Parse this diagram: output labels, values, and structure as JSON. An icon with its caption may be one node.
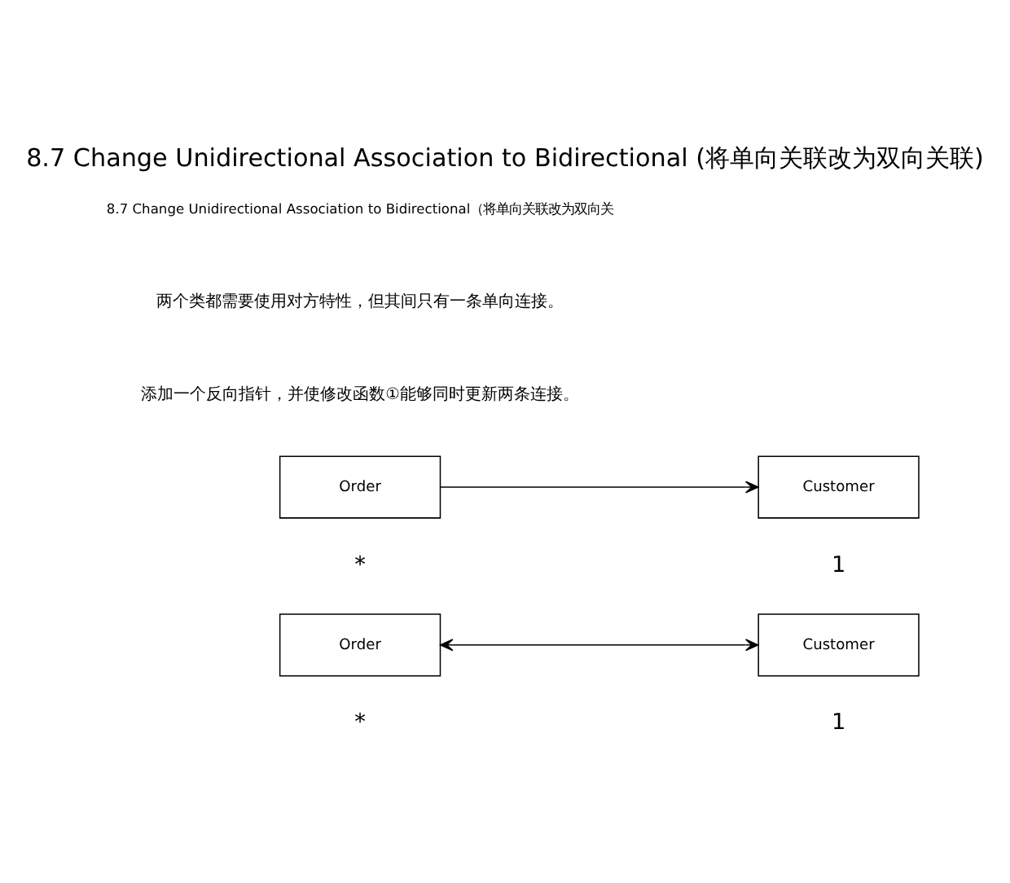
{
  "diagram": {
    "title": "8.7 Change Unidirectional Association to Bidirectional (将单向关联改为双向关联)",
    "nodes": [
      {
        "text": [
          "Order"
        ]
      },
      {
        "text": [
          "Customer"
        ]
      },
      {
        "text": [
          "Order"
        ]
      },
      {
        "text": [
          "Customer"
        ]
      }
    ],
    "edges": [
      {
        "from": 0,
        "to": 1,
        "arrow": "to"
      },
      {
        "from": 2,
        "to": 3,
        "arrow": "both"
      }
    ],
    "labels": [
      "8.7 Change Unidirectional Association to Bidirectional（将单向关联改为双向关",
      "两个类都需要使用对方特性，但其间只有一条单向连接。",
      "添加一个反向指针，并使修改函数①能够同时更新两条连接。",
      "*",
      "1",
      "*",
      "1"
    ]
  }
}
